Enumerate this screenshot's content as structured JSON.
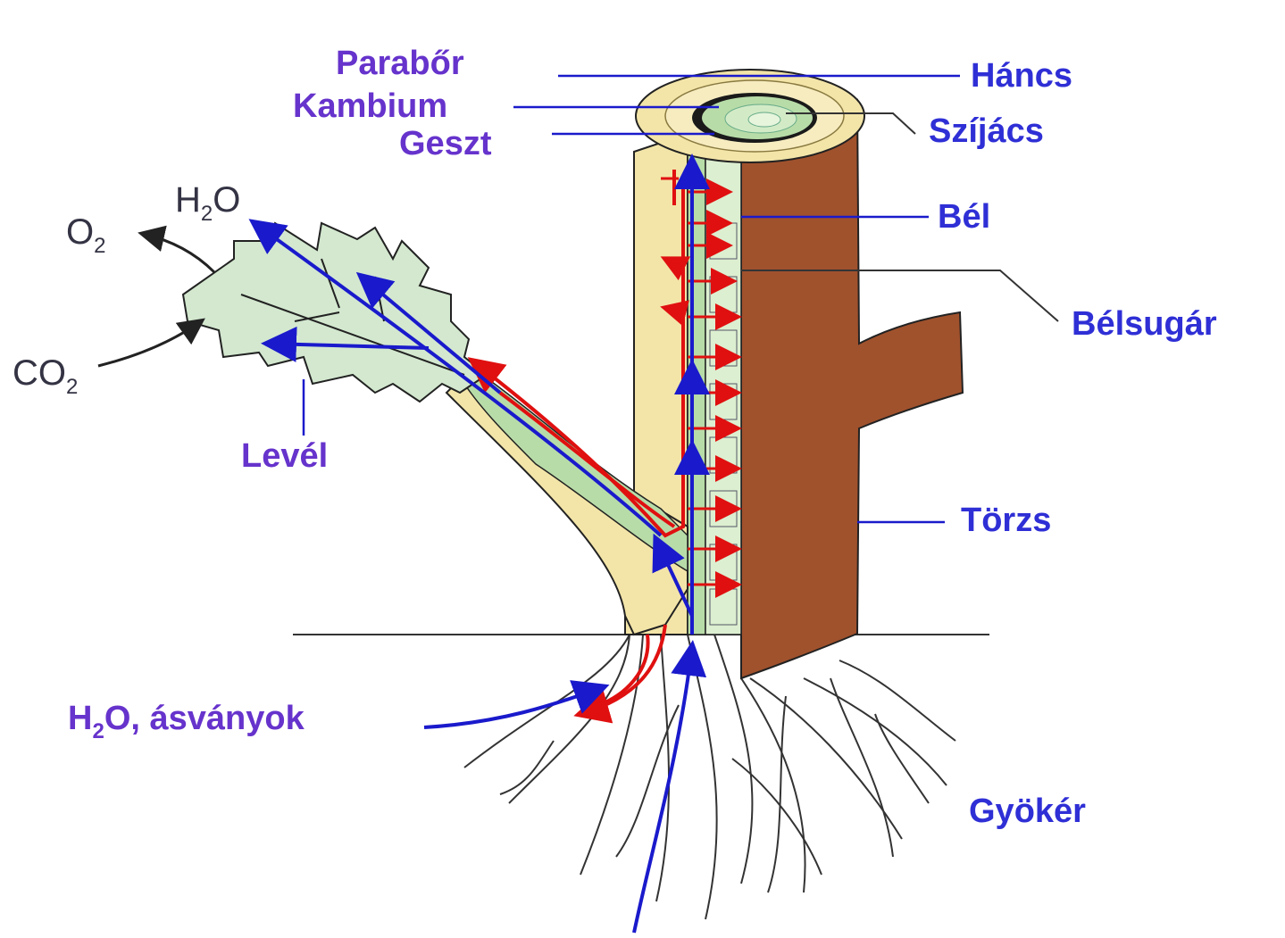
{
  "labels": {
    "parabor": "Parabőr",
    "kambium": "Kambium",
    "geszt": "Geszt",
    "hancs": "Háncs",
    "szijacs": "Szíjács",
    "bel": "Bél",
    "belsugar": "Bélsugár",
    "torzs": "Törzs",
    "gyoker": "Gyökér",
    "level": "Levél",
    "water_minerals": {
      "h": "H",
      "sub": "2",
      "rest": "O, ásványok"
    },
    "water_top": {
      "h": "H",
      "sub": "2",
      "rest": "O"
    },
    "oxygen": {
      "main": "O",
      "sub": "2"
    },
    "carbon_dioxide": {
      "main": "CO",
      "sub": "2"
    }
  },
  "colors": {
    "label_blue": "#2f2fd6",
    "label_purple": "#6633cc",
    "xylem_flow": "#1a1acc",
    "phloem_flow": "#e01010",
    "bark": "#a0522d",
    "sapwood": "#f3e5a8",
    "cambium_green": "#b8dca8",
    "leaf": "#d3e8cf"
  }
}
